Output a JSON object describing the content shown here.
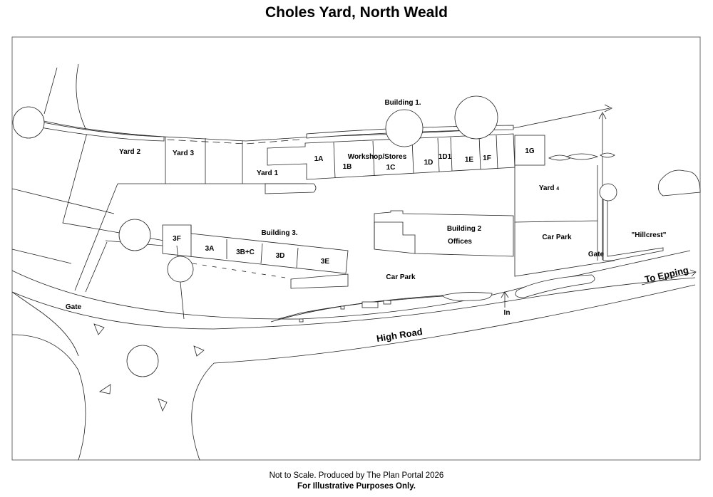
{
  "title": "Choles Yard, North Weald",
  "labels": {
    "building1": "Building 1.",
    "yard2": "Yard 2",
    "yard3": "Yard 3",
    "yard1": "Yard 1",
    "unit_1a": "1A",
    "unit_1b": "1B",
    "workshop": "Workshop/Stores",
    "unit_1c": "1C",
    "unit_1d": "1D",
    "unit_1d1": "1D1",
    "unit_1e": "1E",
    "unit_1f": "1F",
    "unit_1g": "1G",
    "yard4": "Yard",
    "yard4_num": "4",
    "building3": "Building 3.",
    "unit_3f": "3F",
    "unit_3a": "3A",
    "unit_3bc": "3B+C",
    "unit_3d": "3D",
    "unit_3e": "3E",
    "building2": "Building 2",
    "offices": "Offices",
    "car_park_right": "Car Park",
    "car_park_center": "Car Park",
    "hillcrest": "\"Hillcrest\"",
    "gate_right": "Gate",
    "gate_left": "Gate",
    "to_epping": "To Epping",
    "in": "In",
    "high_road": "High Road"
  },
  "footer": {
    "line1": "Not to Scale. Produced by The Plan Portal 2026",
    "line2": "For Illustrative Purposes Only."
  }
}
